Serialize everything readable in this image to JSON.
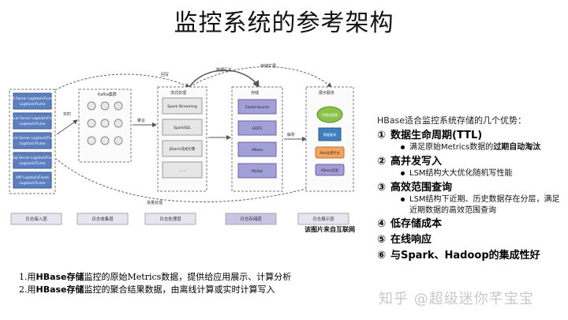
{
  "title": "监控系统的参考架构",
  "diagram": {
    "sources": [
      "IIS Server Logstash/Flume",
      "Tomcat Server Logstash/Flume",
      "Oracle Server Logstash/Flume",
      "MySql Server Logstash/Flume",
      "APP Logstash/Flume"
    ],
    "kafka_label": "Kafka集群",
    "stream_label": "流式处理",
    "stream_items": [
      "Spark Streaming",
      "SparkSQL",
      "JStorm流式引擎",
      "……"
    ],
    "storage_label": "存储",
    "storage_items": [
      "ElasticSearch",
      "HDFS",
      "HBase",
      "MySql"
    ],
    "display_label": "展示服务",
    "display_items": [
      "可视化报表",
      "数据查询",
      "Alert告警平台",
      "Kibana页面"
    ],
    "layers": [
      "日志接入层",
      "日志收集层",
      "日志处理层",
      "日志存储层",
      "日志展示层"
    ],
    "edge_labels": {
      "top1": "回写",
      "top2": "数据汇总",
      "top3": "存储扩展",
      "mid1": "实时",
      "mid2": "聚合",
      "mid3": "解析",
      "bottom": "批量处理"
    }
  },
  "side": {
    "intro": "HBase适合监控系统存储的几个优势：",
    "advantages": [
      {
        "num": "①",
        "text": "数据生命周期(TTL)",
        "bullets": [
          {
            "pre": "满足原始Metrics数据的",
            "bold": "过期自动淘汰",
            "post": ""
          }
        ]
      },
      {
        "num": "②",
        "text": "高并发写入",
        "bullets": [
          {
            "pre": "LSM结构大大优化随机写性能",
            "bold": "",
            "post": ""
          }
        ]
      },
      {
        "num": "③",
        "text": "高效范围查询",
        "bullets": [
          {
            "pre": "LSM结构下近期、历史数据存在分层，满足近期数据的高效范围查询",
            "bold": "",
            "post": ""
          }
        ]
      },
      {
        "num": "④",
        "text": "低存储成本",
        "bullets": []
      },
      {
        "num": "⑤",
        "text": "在线响应",
        "bullets": []
      },
      {
        "num": "⑥",
        "text": "与Spark、Hadoop的集成性好",
        "bullets": []
      }
    ]
  },
  "source_note": "该图片来自互联网",
  "notes": [
    {
      "pre": "1.用",
      "bold": "HBase存储",
      "post": "监控的原始Metrics数据，提供给应用展示、计算分析"
    },
    {
      "pre": "2.用",
      "bold": "HBase存储",
      "post": "监控的聚合结果数据，由离线计算或实时计算写入"
    }
  ],
  "watermark": "知乎 @超级迷你芊宝宝"
}
